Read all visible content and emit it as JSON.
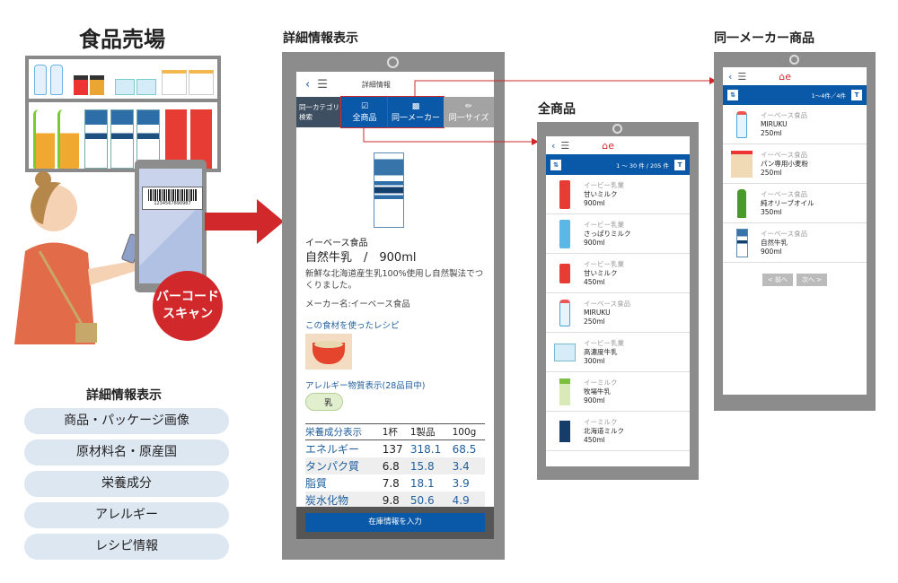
{
  "left": {
    "title": "食品売場",
    "barcode_number": "1234567890987",
    "badge": [
      "バーコード",
      "スキャン"
    ],
    "list_title": "詳細情報表示",
    "items": [
      "商品・パッケージ画像",
      "原材料名・原産国",
      "栄養成分",
      "アレルギー",
      "レシピ情報"
    ]
  },
  "detail": {
    "section_title": "詳細情報表示",
    "header_title": "詳細情報",
    "tabs": {
      "label": [
        "同一カテゴリ",
        "検索"
      ],
      "all": "全商品",
      "maker": "同一メーカー",
      "size": "同一サイズ"
    },
    "maker": "イーベース食品",
    "name": "自然牛乳　/　900ml",
    "description": "新鮮な北海道産生乳100%使用し自然製法でつくりました。",
    "maker_line": "メーカー名:イーベース食品",
    "recipe_title": "この食材を使ったレシピ",
    "allergy_title": "アレルギー物質表示(28品目中)",
    "allergy_tag": "乳",
    "nutrition": {
      "headers": [
        "栄養成分表示",
        "1杯",
        "1製品",
        "100g"
      ],
      "rows": [
        [
          "エネルギー",
          "137",
          "318.1",
          "68.5"
        ],
        [
          "タンパク質",
          "6.8",
          "15.8",
          "3.4"
        ],
        [
          "脂質",
          "7.8",
          "18.1",
          "3.9"
        ],
        [
          "炭水化物",
          "9.8",
          "50.6",
          "4.9"
        ]
      ]
    },
    "button": "在庫情報を入力"
  },
  "all_products": {
    "section_title": "全商品",
    "count": "1 ～ 30 件 / 205 件",
    "items": [
      {
        "maker": "イービー乳業",
        "name": "甘いミルク",
        "size": "900ml",
        "icon": "red-carton"
      },
      {
        "maker": "イービー乳業",
        "name": "さっぱりミルク",
        "size": "900ml",
        "icon": "lightblue-carton"
      },
      {
        "maker": "イービー乳業",
        "name": "甘いミルク",
        "size": "450ml",
        "icon": "red-carton-small"
      },
      {
        "maker": "イーベース食品",
        "name": "MIRUKU",
        "size": "250ml",
        "icon": "bottle"
      },
      {
        "maker": "イービー乳業",
        "name": "高濃度牛乳",
        "size": "300ml",
        "icon": "box"
      },
      {
        "maker": "イーミルク",
        "name": "牧場牛乳",
        "size": "900ml",
        "icon": "green-carton"
      },
      {
        "maker": "イーミルク",
        "name": "北海道ミルク",
        "size": "450ml",
        "icon": "navy-carton"
      }
    ]
  },
  "same_maker": {
    "section_title": "同一メーカー商品",
    "count": "1～4件／4件",
    "items": [
      {
        "maker": "イーベース食品",
        "name": "MIRUKU",
        "size": "250ml",
        "icon": "bottle"
      },
      {
        "maker": "イーベース食品",
        "name": "パン専用小麦粉",
        "size": "250ml",
        "icon": "flour-bag"
      },
      {
        "maker": "イーベース食品",
        "name": "純オリーブオイル",
        "size": "350ml",
        "icon": "oil-bottle"
      },
      {
        "maker": "イーベース食品",
        "name": "自然牛乳",
        "size": "900ml",
        "icon": "milk-carton"
      }
    ],
    "prev": "< 前へ",
    "next": "次へ >"
  },
  "colors": {
    "accent_red": "#d1282b",
    "brand_blue": "#0a58a8",
    "frame_gray": "#8c8c8c"
  }
}
